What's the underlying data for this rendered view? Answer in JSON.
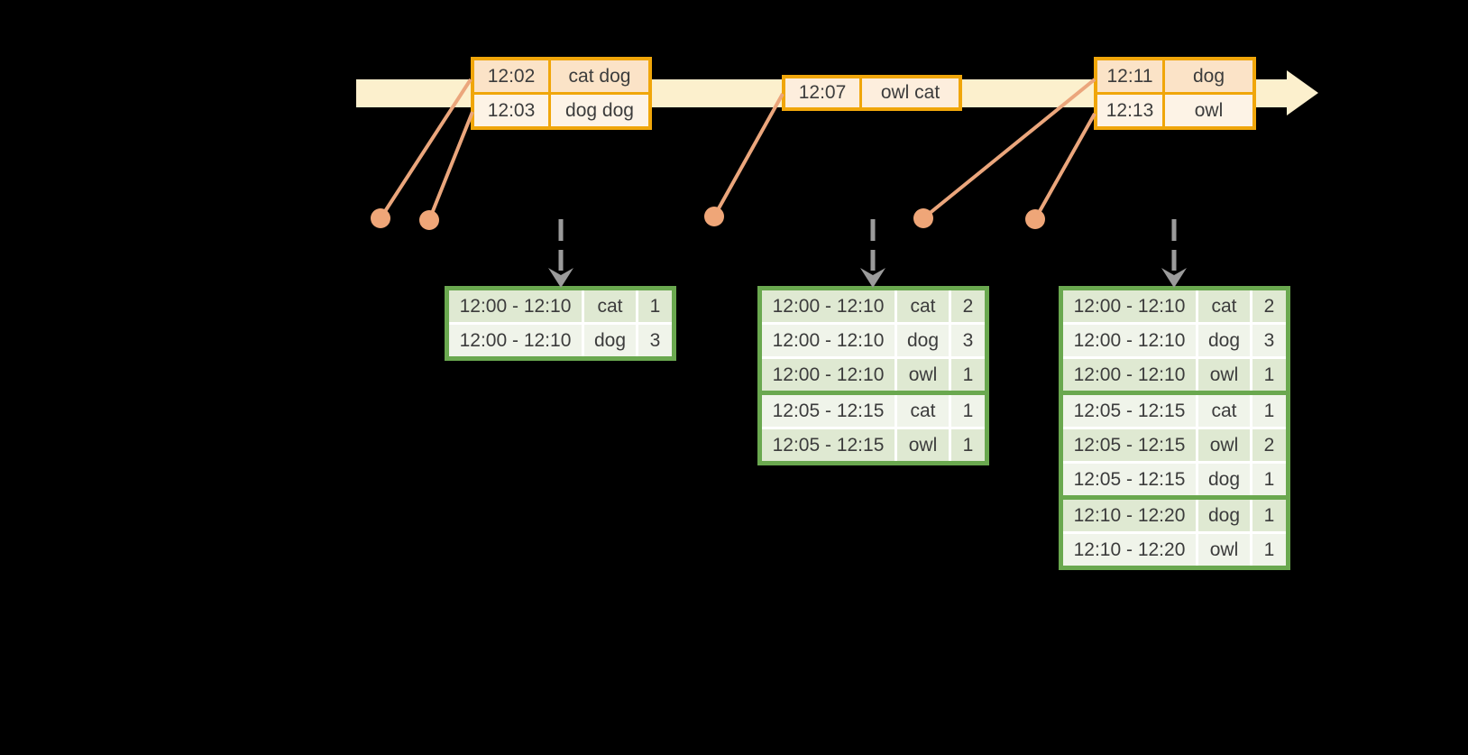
{
  "colors": {
    "background": "#000000",
    "timeline-band": "#fcf0cd",
    "event-border": "#f0a60a",
    "event-row-dark": "#fbe3c7",
    "event-row-light": "#fdf3e6",
    "event-row-mid": "#fdeedd",
    "connector": "#eba67c",
    "dot": "#efa678",
    "arrow-gray": "#9b9b9b",
    "result-border": "#6aa84f",
    "result-row-dark": "#dfe9d2",
    "result-row-light": "#f0f4ea",
    "gridline": "#ffffff",
    "text": "#3c3c3c"
  },
  "timeline": {
    "event_tables": [
      {
        "rows": [
          {
            "time": "12:02",
            "words": "cat dog"
          },
          {
            "time": "12:03",
            "words": "dog dog"
          }
        ]
      },
      {
        "rows": [
          {
            "time": "12:07",
            "words": "owl cat"
          }
        ]
      },
      {
        "rows": [
          {
            "time": "12:11",
            "words": "dog"
          },
          {
            "time": "12:13",
            "words": "owl"
          }
        ]
      }
    ]
  },
  "result_tables": [
    {
      "rows": [
        {
          "window": "12:00 - 12:10",
          "word": "cat",
          "count": "1"
        },
        {
          "window": "12:00 - 12:10",
          "word": "dog",
          "count": "3"
        }
      ]
    },
    {
      "rows": [
        {
          "window": "12:00 - 12:10",
          "word": "cat",
          "count": "2"
        },
        {
          "window": "12:00 - 12:10",
          "word": "dog",
          "count": "3"
        },
        {
          "window": "12:00 - 12:10",
          "word": "owl",
          "count": "1"
        },
        {
          "window": "12:05 - 12:15",
          "word": "cat",
          "count": "1"
        },
        {
          "window": "12:05 - 12:15",
          "word": "owl",
          "count": "1"
        }
      ]
    },
    {
      "rows": [
        {
          "window": "12:00 - 12:10",
          "word": "cat",
          "count": "2"
        },
        {
          "window": "12:00 - 12:10",
          "word": "dog",
          "count": "3"
        },
        {
          "window": "12:00 - 12:10",
          "word": "owl",
          "count": "1"
        },
        {
          "window": "12:05 - 12:15",
          "word": "cat",
          "count": "1"
        },
        {
          "window": "12:05 - 12:15",
          "word": "owl",
          "count": "2"
        },
        {
          "window": "12:05 - 12:15",
          "word": "dog",
          "count": "1"
        },
        {
          "window": "12:10 - 12:20",
          "word": "dog",
          "count": "1"
        },
        {
          "window": "12:10 - 12:20",
          "word": "owl",
          "count": "1"
        }
      ]
    }
  ]
}
